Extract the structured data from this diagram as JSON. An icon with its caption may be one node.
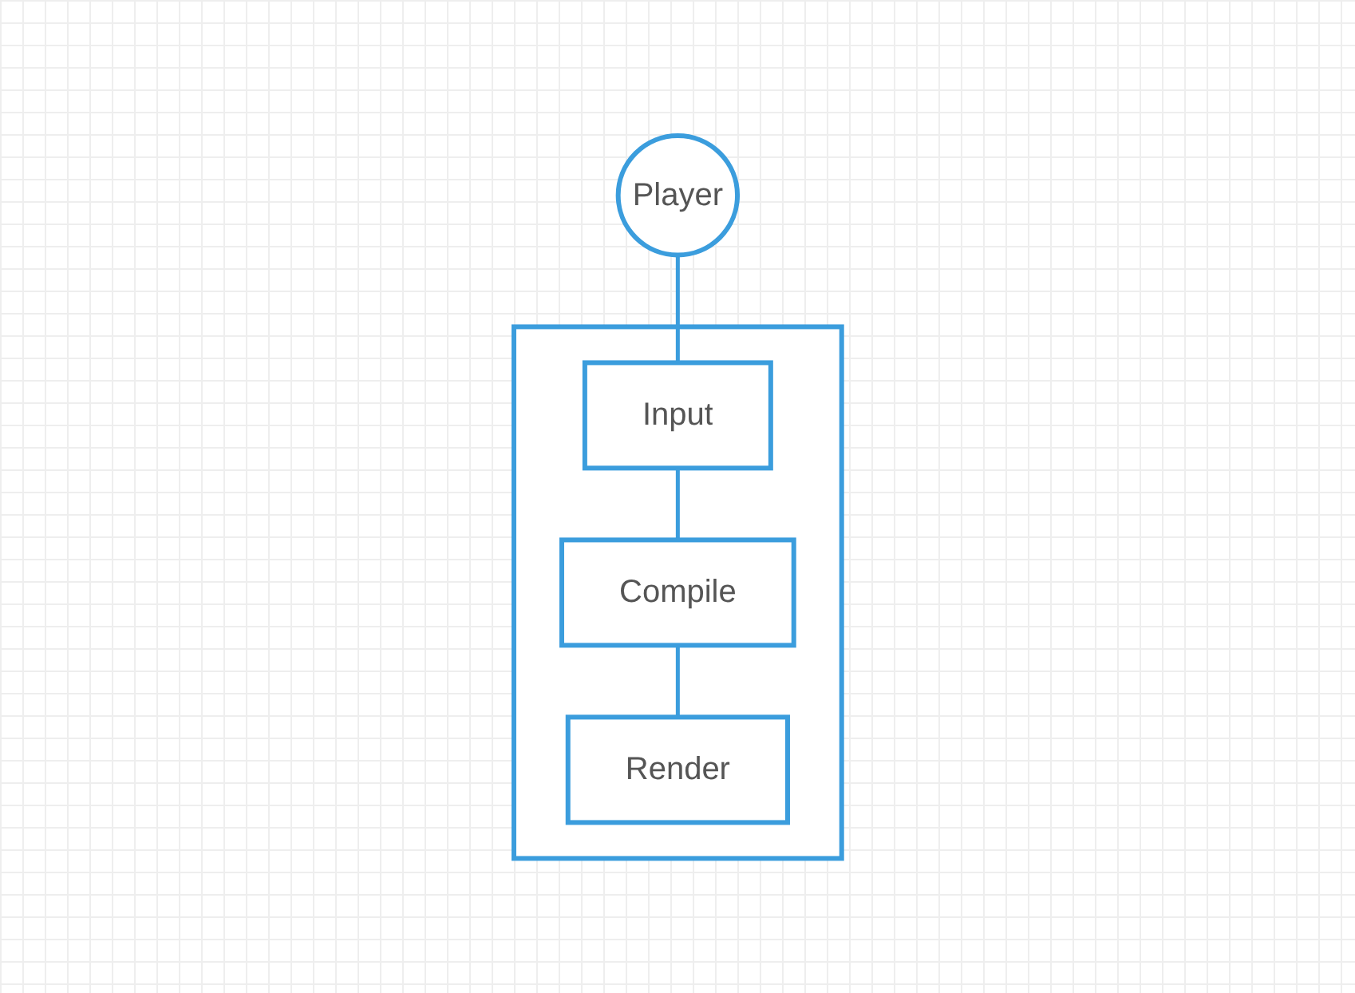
{
  "diagram": {
    "nodes": [
      {
        "text": [
          "Player"
        ]
      },
      {
        "text": [],
        "shape": "box"
      },
      {
        "text": [
          "Input"
        ],
        "in": 1
      },
      {
        "text": [
          "Compile"
        ],
        "in": 1
      },
      {
        "text": [
          "Render"
        ],
        "in": 1
      }
    ],
    "edges": [
      {
        "from": 0,
        "to": 2,
        "arrow": "none"
      },
      {
        "from": 2,
        "to": 3,
        "arrow": "none"
      },
      {
        "from": 3,
        "to": 4,
        "arrow": "none"
      }
    ]
  }
}
